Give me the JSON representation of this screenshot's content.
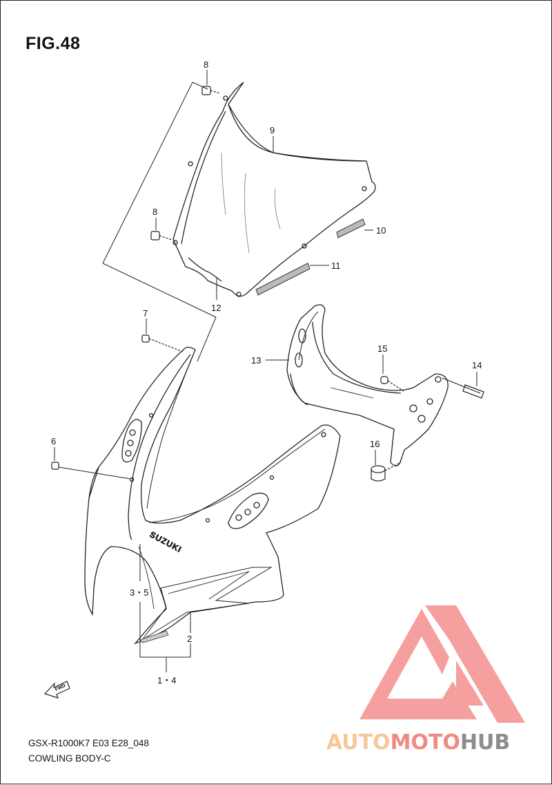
{
  "figure": {
    "title": "FIG.48",
    "model_code": "GSX-R1000K7 E03 E28_048",
    "section_name": "COWLING BODY-C"
  },
  "callouts": [
    {
      "id": "c8a",
      "text": "8"
    },
    {
      "id": "c9",
      "text": "9"
    },
    {
      "id": "c8b",
      "text": "8"
    },
    {
      "id": "c10",
      "text": "10"
    },
    {
      "id": "c11",
      "text": "11"
    },
    {
      "id": "c12",
      "text": "12"
    },
    {
      "id": "c7",
      "text": "7"
    },
    {
      "id": "c13",
      "text": "13"
    },
    {
      "id": "c15",
      "text": "15"
    },
    {
      "id": "c14",
      "text": "14"
    },
    {
      "id": "c6",
      "text": "6"
    },
    {
      "id": "c16",
      "text": "16"
    },
    {
      "id": "c35",
      "text": "3・5"
    },
    {
      "id": "c2",
      "text": "2"
    },
    {
      "id": "c14b",
      "text": "1・4"
    }
  ],
  "decals": {
    "brand": "SUZUKI",
    "forward_arrow": "FWD"
  },
  "watermark": {
    "part1": "AUTO",
    "part2": "MOTO",
    "part3": "HUB",
    "color_auto": "#f6c79a",
    "color_moto": "#f08b84",
    "color_hub": "#8c8c8c",
    "logo_color": "#f58f8f"
  }
}
